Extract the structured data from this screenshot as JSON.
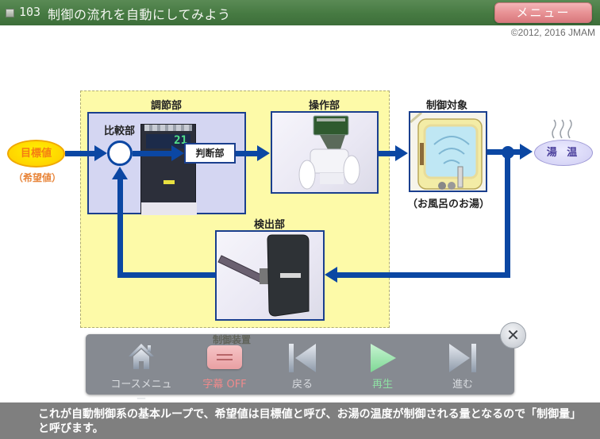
{
  "header": {
    "lesson_number": "103",
    "title": "制御の流れを自動にしてみよう",
    "menu_label": "メニュー",
    "copyright": "©2012, 2016 JMAM"
  },
  "diagram": {
    "controller_group_label": "調節部",
    "comparator_label": "比較部",
    "judge_label": "判断部",
    "actuator_label": "操作部",
    "plant_label": "制御対象",
    "plant_sublabel": "（お風呂のお湯）",
    "detector_label": "検出部",
    "target_label": "目標値",
    "target_sublabel": "（希望値）",
    "output_label": "湯 温",
    "control_device_label": "制御装置",
    "controller_display_value": "21"
  },
  "toolbar": {
    "course_menu_label": "コースメニュー",
    "subtitle_label": "字幕 OFF",
    "back_label": "戻る",
    "play_label": "再生",
    "next_label": "進む",
    "close_icon": "close-icon",
    "colors": {
      "subtitle": "#f08a8c",
      "play": "#8fe0a4",
      "default": "#d9dce0"
    }
  },
  "caption": {
    "text": "これが自動制御系の基本ループで、希望値は目標値と呼び、お湯の温度が制御される量となるので「制御量」と呼びます。"
  }
}
